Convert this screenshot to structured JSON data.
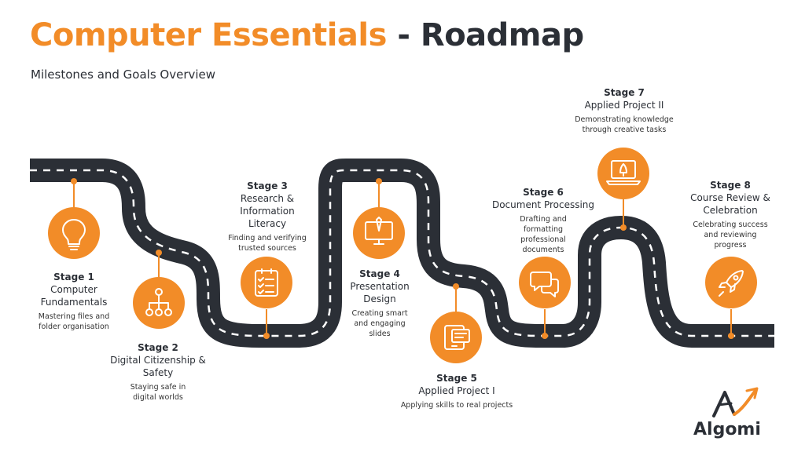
{
  "header": {
    "title_highlight": "Computer Essentials",
    "title_rest": "- Roadmap",
    "subtitle": "Milestones and Goals Overview"
  },
  "stages": [
    {
      "stage": "Stage 1",
      "name": "Computer Fundamentals",
      "desc": "Mastering files and folder organisation",
      "icon": "lightbulb-icon"
    },
    {
      "stage": "Stage 2",
      "name": "Digital Citizenship & Safety",
      "desc": "Staying safe in digital worlds",
      "icon": "network-hierarchy-icon"
    },
    {
      "stage": "Stage 3",
      "name": "Research & Information Literacy",
      "desc": "Finding and verifying trusted sources",
      "icon": "checklist-clipboard-icon"
    },
    {
      "stage": "Stage 4",
      "name": "Presentation Design",
      "desc": "Creating smart and engaging slides",
      "icon": "monitor-pen-icon"
    },
    {
      "stage": "Stage 5",
      "name": "Applied Project I",
      "desc": "Applying skills to real projects",
      "icon": "tablet-document-icon"
    },
    {
      "stage": "Stage 6",
      "name": "Document Processing",
      "desc": "Drafting and formatting professional documents",
      "icon": "chat-bubbles-icon"
    },
    {
      "stage": "Stage 7",
      "name": "Applied Project II",
      "desc": "Demonstrating knowledge through creative tasks",
      "icon": "laptop-rocket-icon"
    },
    {
      "stage": "Stage 8",
      "name": "Course Review & Celebration",
      "desc": "Celebrating success and reviewing progress",
      "icon": "rocket-icon"
    }
  ],
  "brand": {
    "name": "Algomi",
    "logo_icon": "algomi-logo-icon"
  },
  "colors": {
    "accent": "#f28c28",
    "road": "#2b2f36",
    "text": "#2b2f36",
    "road_marking": "#ffffff"
  }
}
